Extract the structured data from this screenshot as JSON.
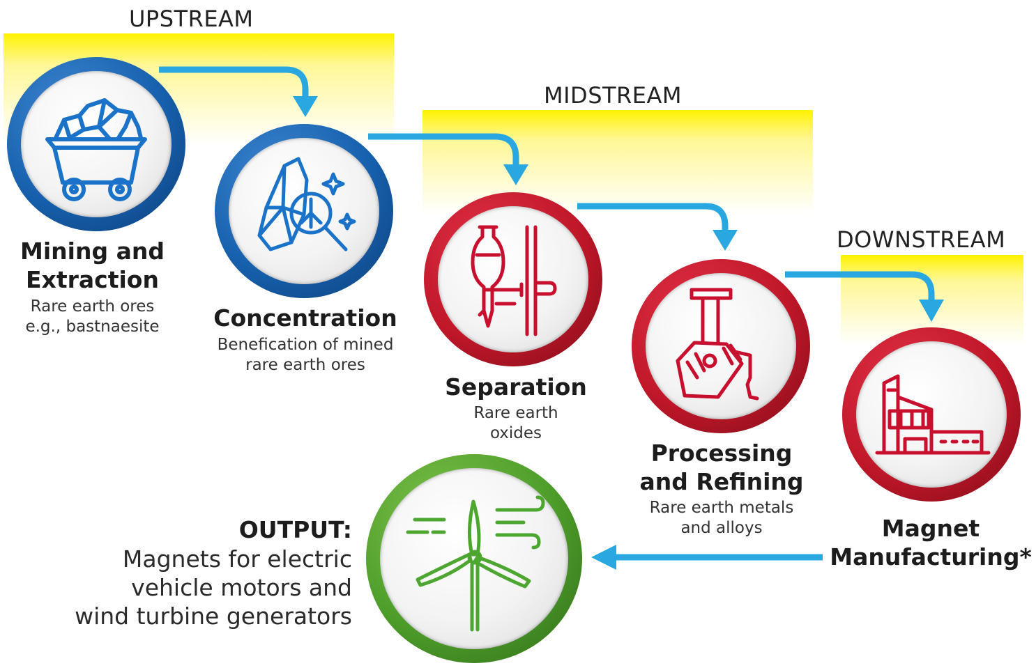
{
  "stages": {
    "upstream": "UPSTREAM",
    "midstream": "MIDSTREAM",
    "downstream": "DOWNSTREAM"
  },
  "steps": [
    {
      "title_lines": [
        "Mining and",
        "Extraction"
      ],
      "desc_lines": [
        "Rare earth ores",
        "e.g., bastnaesite"
      ],
      "icon": "mine-cart-icon"
    },
    {
      "title_lines": [
        "Concentration"
      ],
      "desc_lines": [
        "Benefication of mined",
        "rare earth ores"
      ],
      "icon": "crystal-magnifier-icon"
    },
    {
      "title_lines": [
        "Separation"
      ],
      "desc_lines": [
        "Rare earth",
        "oxides"
      ],
      "icon": "separation-funnel-icon"
    },
    {
      "title_lines": [
        "Processing",
        "and Refining"
      ],
      "desc_lines": [
        "Rare earth metals",
        "and alloys"
      ],
      "icon": "crucible-pour-icon"
    },
    {
      "title_lines": [
        "Magnet",
        "Manufacturing*"
      ],
      "desc_lines": [],
      "icon": "factory-icon"
    }
  ],
  "output": {
    "label": "OUTPUT:",
    "lines": [
      "Magnets for electric",
      "vehicle motors and",
      "wind turbine generators"
    ],
    "icon": "wind-turbine-icon"
  },
  "colors": {
    "upstream": "#1660ad",
    "midstream": "#c01729",
    "output": "#4d9d2a",
    "arrow": "#29a7e1",
    "band": "#fff200"
  }
}
